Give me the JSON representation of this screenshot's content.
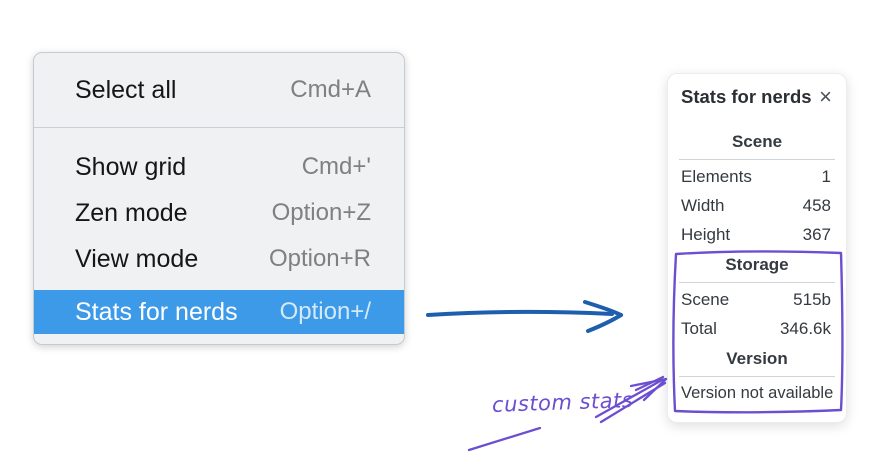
{
  "colors": {
    "menu_bg": "#eff1f2",
    "menu_border": "#c5cbd1",
    "highlight_blue": "#3d9ae8",
    "arrow_blue": "#1e5fad",
    "annotation_purple": "#6c4fd0",
    "panel_text": "#343a40",
    "shortcut_gray": "#808080",
    "divider_gray": "#ced4da"
  },
  "menu": {
    "items": [
      {
        "label": "Select all",
        "shortcut": "Cmd+A"
      },
      {
        "label": "Show grid",
        "shortcut": "Cmd+'"
      },
      {
        "label": "Zen mode",
        "shortcut": "Option+Z"
      },
      {
        "label": "View mode",
        "shortcut": "Option+R"
      },
      {
        "label": "Stats for nerds",
        "shortcut": "Option+/",
        "highlighted": true
      }
    ]
  },
  "panel": {
    "title": "Stats for nerds",
    "close_icon": "×",
    "sections": [
      {
        "heading": "Scene",
        "rows": [
          {
            "label": "Elements",
            "value": "1"
          },
          {
            "label": "Width",
            "value": "458"
          },
          {
            "label": "Height",
            "value": "367"
          }
        ]
      },
      {
        "heading": "Storage",
        "rows": [
          {
            "label": "Scene",
            "value": "515b"
          },
          {
            "label": "Total",
            "value": "346.6k"
          }
        ]
      },
      {
        "heading": "Version",
        "note": "Version not available"
      }
    ]
  },
  "annotation": {
    "label": "custom stats"
  }
}
